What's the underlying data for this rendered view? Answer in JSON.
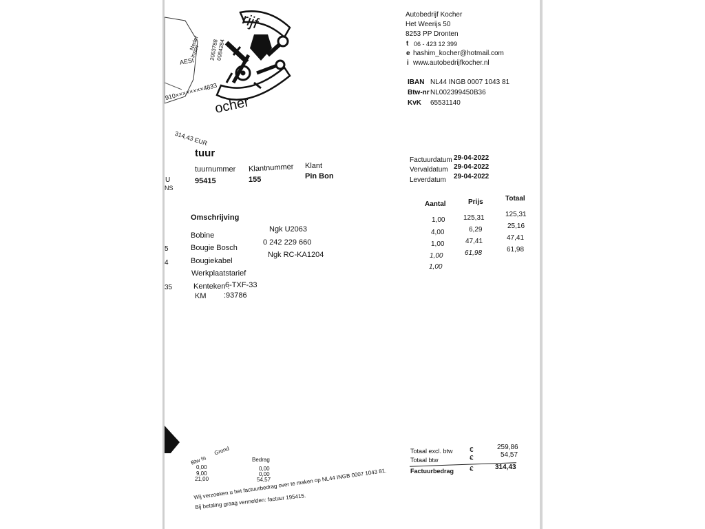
{
  "company": {
    "name": "Autobedrijf Kocher",
    "street": "Het Weerijs 50",
    "city": "8253 PP  Dronten",
    "phone_label": "t",
    "phone": "06 - 423 12 399",
    "email_label": "e",
    "email": "hashim_kocher@hotmail.com",
    "web_label": "i",
    "web": "www.autobedrijfkocher.nl",
    "iban_label": "IBAN",
    "iban": "NL44 INGB 0007 1043 81",
    "btw_label": "Btw-nr",
    "btw": "NL002399450B36",
    "kvk_label": "KvK",
    "kvk": "65531140"
  },
  "logo": {
    "top_text": "rijf",
    "bottom_text": "ocher",
    "icon": "piston-wrench-logo-icon"
  },
  "scrap_text": {
    "line1": "Neder",
    "line2": "Innov",
    "line3": "AESt",
    "line4": "2063788",
    "line5": "0084284",
    "card": "910××××××××4833",
    "amount": "314,43 EUR",
    "side1": "U",
    "side2": "NS",
    "side3": "5",
    "side4": "4",
    "side5": "35"
  },
  "invoice": {
    "title": "tuur",
    "number_label": "tuurnummer",
    "number": "95415",
    "client_no_label": "Klantnummer",
    "client_no": "155",
    "client_label": "Klant",
    "client": "Pin Bon"
  },
  "dates": {
    "invoice_date_label": "Factuurdatum",
    "invoice_date": "29-04-2022",
    "due_date_label": "Vervaldatum",
    "due_date": "29-04-2022",
    "delivery_date_label": "Leverdatum",
    "delivery_date": "29-04-2022"
  },
  "table": {
    "desc_header": "Omschrijving",
    "qty_header": "Aantal",
    "price_header": "Prijs",
    "total_header": "Totaal",
    "rows": [
      {
        "desc": "Bobine",
        "code": "Ngk U2063",
        "qty": "1,00",
        "price": "125,31",
        "total": "125,31"
      },
      {
        "desc": "Bougie Bosch",
        "code": "0 242 229 660",
        "qty": "4,00",
        "price": "6,29",
        "total": "25,16"
      },
      {
        "desc": "Bougiekabel",
        "code": "Ngk RC-KA1204",
        "qty": "1,00",
        "price": "47,41",
        "total": "47,41"
      },
      {
        "desc": "Werkplaatstarief",
        "code": "",
        "qty": "1,00",
        "price": "61,98",
        "total": "61,98"
      },
      {
        "desc": "",
        "code": "",
        "qty": "1,00",
        "price": "",
        "total": ""
      }
    ]
  },
  "vehicle": {
    "plate_label": "Kenteken :",
    "plate": "6-TXF-33",
    "km_label": "KM",
    "km": ":93786"
  },
  "totals": {
    "excl_label": "Totaal excl. btw",
    "excl_currency": "€",
    "excl": "259,86",
    "vat_label": "Totaal btw",
    "vat_currency": "€",
    "vat": "54,57",
    "grand_label": "Factuurbedrag",
    "grand_currency": "€",
    "grand": "314,43"
  },
  "vat_table": {
    "pct_header": "Btw %",
    "base_header": "Grond",
    "amount_header": "Bedrag",
    "rows": [
      {
        "pct": "0,00",
        "amount": "0,00"
      },
      {
        "pct": "9,00",
        "amount": "0,00"
      },
      {
        "pct": "21,00",
        "amount": "54,57"
      }
    ]
  },
  "footer": {
    "line1": "Wij verzoeken u het factuurbedrag over te maken op NL44 INGB 0007 1043 81.",
    "line2": "Bij betaling graag vermelden: factuur 195415."
  }
}
